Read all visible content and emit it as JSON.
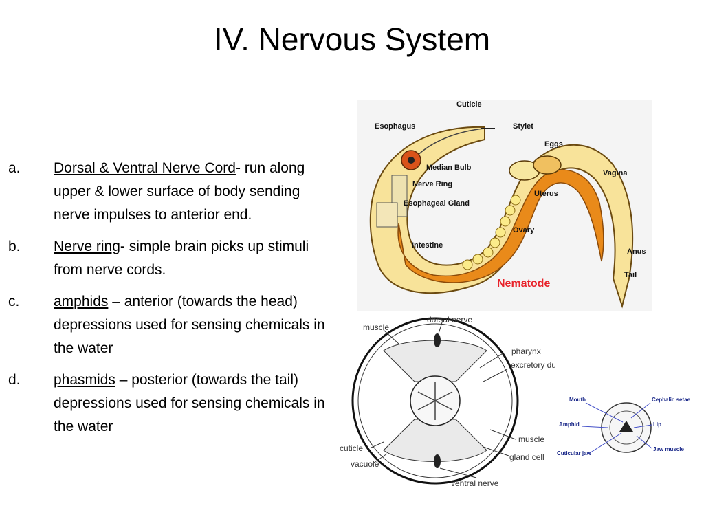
{
  "slide": {
    "title": "IV.  Nervous System",
    "items": [
      {
        "marker": "a.",
        "term": "Dorsal & Ventral Nerve Cord",
        "rest": "- run along upper & lower surface of body sending nerve impulses to anterior end."
      },
      {
        "marker": "b.",
        "term": "Nerve ring",
        "rest": "- simple brain picks up stimuli from nerve cords."
      },
      {
        "marker": "c.",
        "term": "amphids",
        "rest": " – anterior  (towards the head) depressions used for sensing chemicals in the water"
      },
      {
        "marker": "d.",
        "term": "phasmids",
        "rest": " – posterior (towards the tail) depressions used for sensing chemicals in the water"
      }
    ]
  },
  "nematode_figure": {
    "caption": "Nematode",
    "labels": {
      "cuticle": "Cuticle",
      "esophagus": "Esophagus",
      "stylet": "Stylet",
      "eggs": "Eggs",
      "median_bulb": "Median Bulb",
      "vagina": "Vagina",
      "nerve_ring": "Nerve Ring",
      "uterus": "Uterus",
      "esophageal_gland": "Esophageal Gland",
      "ovary": "Ovary",
      "intestine": "Intestine",
      "anus": "Anus",
      "tail": "Tail"
    }
  },
  "cross_section_figure": {
    "labels": {
      "dorsal_nerve": "dorsal nerve",
      "muscle_top": "muscle",
      "pharynx": "pharynx",
      "excretory_duct": "excretory duct",
      "muscle_right": "muscle",
      "gland_cell": "gland cell",
      "cuticle": "cuticle",
      "vacuole": "vacuole",
      "ventral_nerve": "ventral nerve"
    }
  },
  "head_figure": {
    "labels": {
      "mouth": "Mouth",
      "cephalic_setae": "Cephalic setae",
      "amphid": "Amphid",
      "lip": "Lip",
      "cuticular_jaw": "Cuticular jaw",
      "jaw_muscle": "Jaw muscle"
    }
  },
  "colors": {
    "nematode_body": "#f2b632",
    "nematode_outer": "#f8e39a",
    "caption_red": "#e8222a"
  }
}
